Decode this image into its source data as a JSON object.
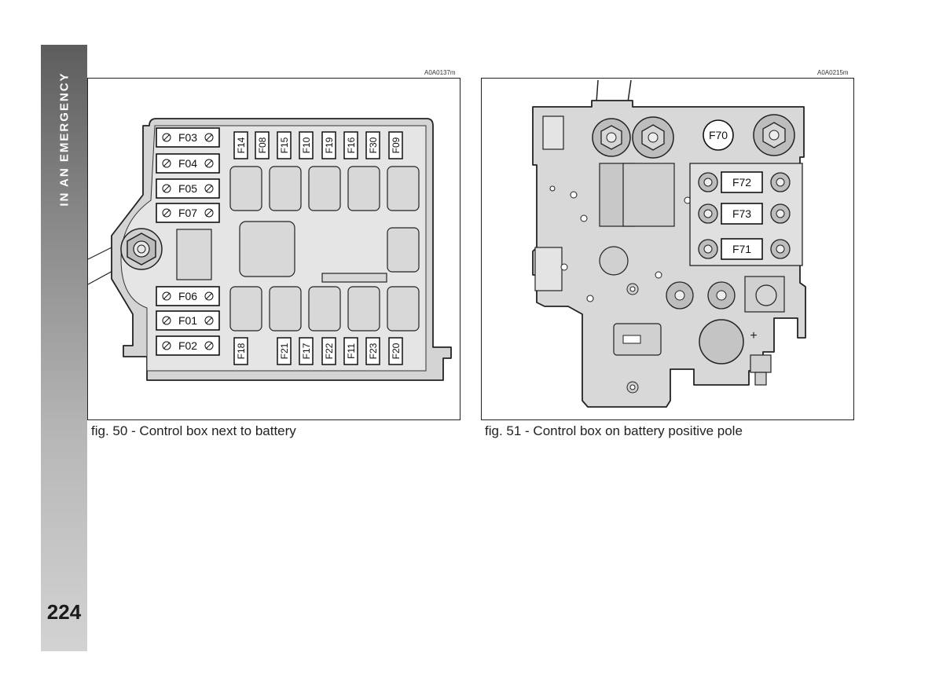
{
  "sidebar": {
    "section_title": "IN AN EMERGENCY",
    "page_number": "224"
  },
  "figures": [
    {
      "code": "A0A0137m",
      "caption": "fig. 50 - Control box next to battery",
      "horizontal_fuses": [
        "F03",
        "F04",
        "F05",
        "F07",
        "F06",
        "F01",
        "F02"
      ],
      "vertical_fuses_top": [
        "F14",
        "F08",
        "F15",
        "F10",
        "F19",
        "F16",
        "F30",
        "F09"
      ],
      "vertical_fuses_bottom": [
        "F18",
        "F21",
        "F17",
        "F22",
        "F11",
        "F23",
        "F20"
      ]
    },
    {
      "code": "A0A0215m",
      "caption": "fig. 51 - Control box on battery positive pole",
      "fuses": [
        "F70",
        "F72",
        "F73",
        "F71"
      ],
      "plus_symbol": "+"
    }
  ]
}
